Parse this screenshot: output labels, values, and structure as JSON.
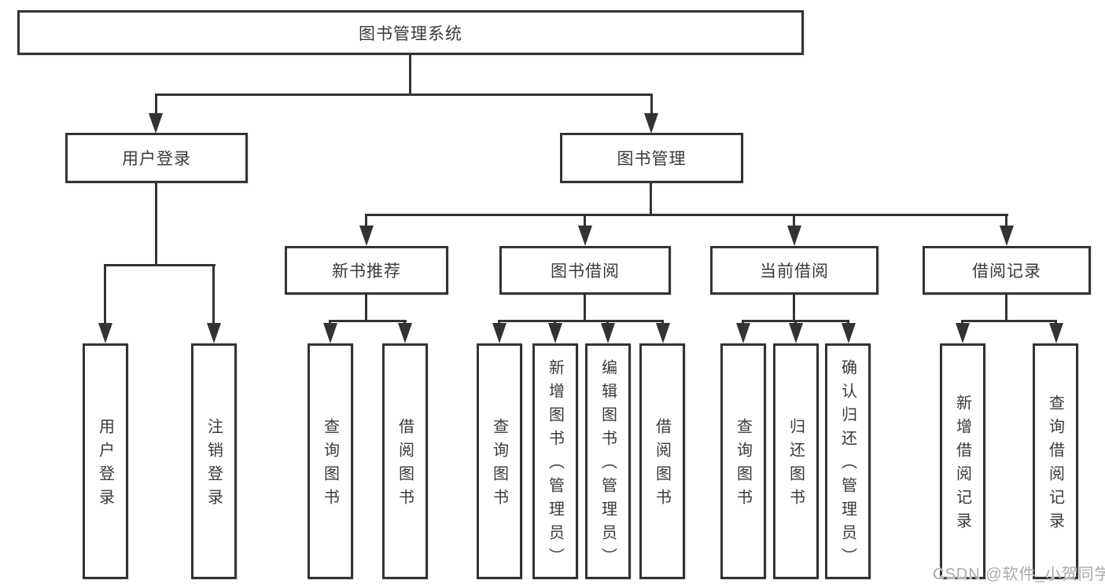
{
  "root": {
    "label": "图书管理系统"
  },
  "level2": [
    {
      "label": "用户登录"
    },
    {
      "label": "图书管理"
    }
  ],
  "level3": [
    {
      "label": "新书推荐"
    },
    {
      "label": "图书借阅"
    },
    {
      "label": "当前借阅"
    },
    {
      "label": "借阅记录"
    }
  ],
  "leaves": {
    "user_login": [
      "用户登录",
      "注销登录"
    ],
    "new_book_rec": [
      "查询图书",
      "借阅图书"
    ],
    "book_borrow": [
      "查询图书",
      "新增图书（管理员）",
      "编辑图书（管理员）",
      "借阅图书"
    ],
    "current_borrow": [
      "查询图书",
      "归还图书",
      "确认归还（管理员）"
    ],
    "borrow_records": [
      "新增借阅记录",
      "查询借阅记录"
    ]
  },
  "watermark": "CSDN @软件_小贺同学",
  "colors": {
    "line": "#333333",
    "text": "#3a3a3a",
    "watermark": "#a9a9a9",
    "background": "#ffffff"
  }
}
